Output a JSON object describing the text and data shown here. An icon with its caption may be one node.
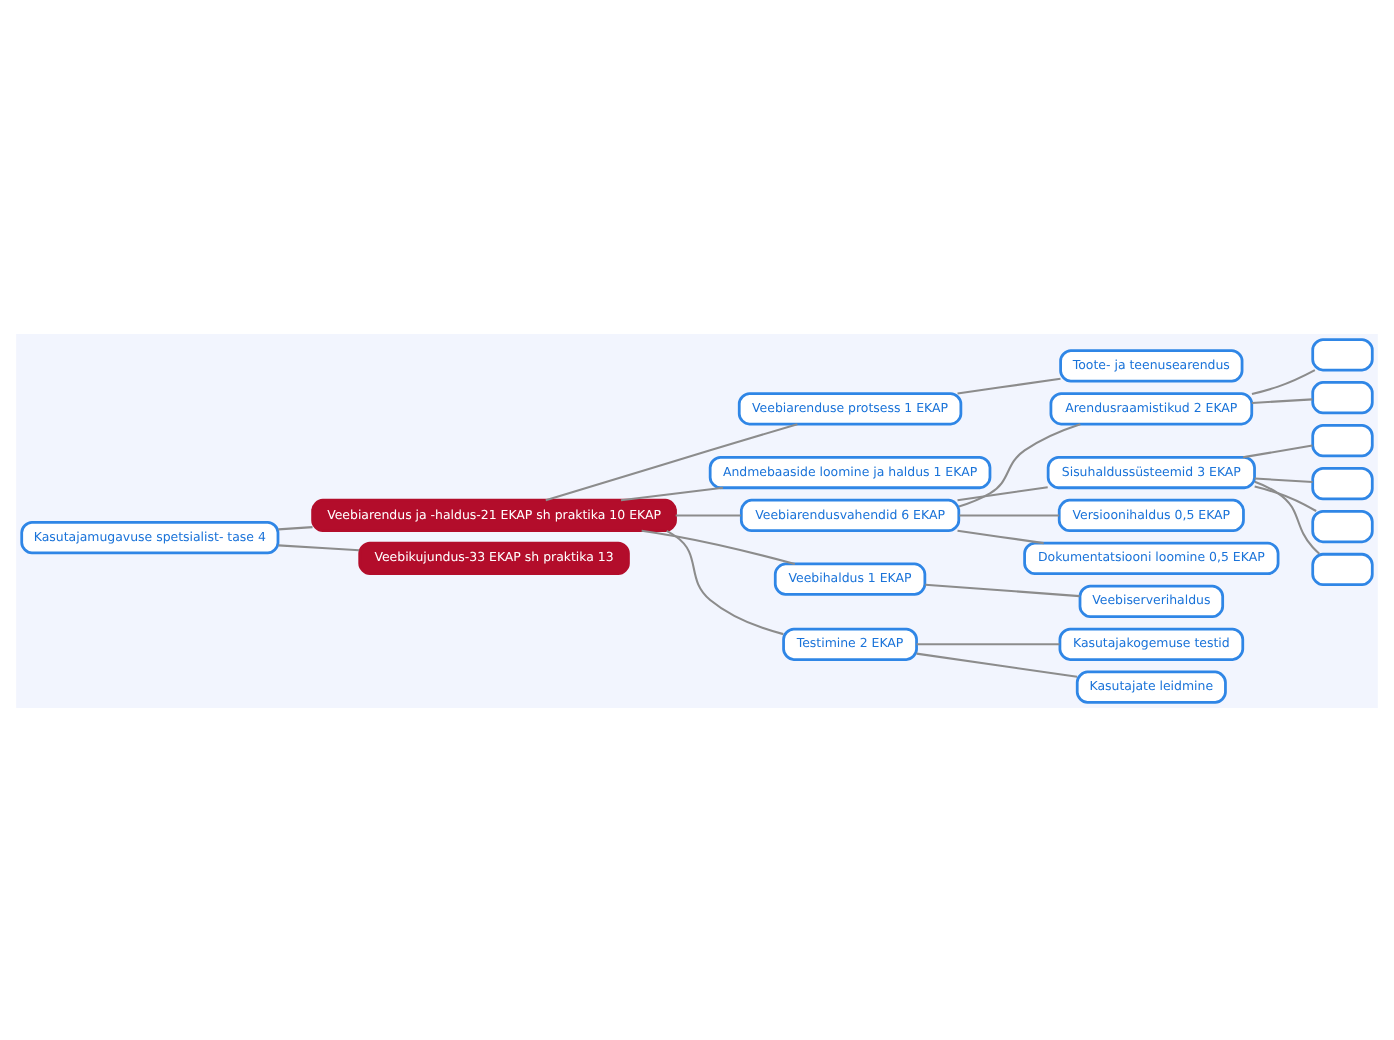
{
  "diagram": {
    "nodes": [
      {
        "text": [
          "Kasutajamugavuse spetsialist- tase 4"
        ]
      },
      {
        "text": [
          "Veebiarendus ja -haldus-21 EKAP sh praktika 10 EKAP"
        ]
      },
      {
        "text": [
          "Veebiarenduse protsess 1 EKAP"
        ]
      },
      {
        "text": [
          "Toote- ja teenusearendus"
        ]
      },
      {
        "text": [
          "Andmebaaside loomine ja haldus 1 EKAP"
        ]
      },
      {
        "text": [
          "Veebiarendusvahendid 6 EKAP"
        ]
      },
      {
        "text": [
          "Arendusraamistikud 2 EKAP"
        ]
      },
      {
        "text": [],
        "shape": "box"
      },
      {
        "text": [],
        "shape": "box"
      },
      {
        "text": [
          "Sisuhaldussüsteemid 3 EKAP"
        ]
      },
      {
        "text": [],
        "shape": "box"
      },
      {
        "text": [],
        "shape": "box"
      },
      {
        "text": [],
        "shape": "box"
      },
      {
        "text": [],
        "shape": "box"
      },
      {
        "text": [
          "Versioonihaldus 0,5 EKAP"
        ]
      },
      {
        "text": [
          "Dokumentatsiooni loomine 0,5 EKAP"
        ]
      },
      {
        "text": [
          "Veebihaldus 1 EKAP"
        ]
      },
      {
        "text": [
          "Veebiserverihaldus"
        ]
      },
      {
        "text": [
          "Testimine 2 EKAP"
        ]
      },
      {
        "text": [
          "Kasutajakogemuse testid"
        ]
      },
      {
        "text": [
          "Kasutajate leidmine"
        ]
      },
      {
        "text": [
          "Veebikujundus-33 EKAP sh praktika 13"
        ]
      }
    ],
    "edges": [
      {
        "from": 0,
        "to": 1,
        "arrow": "none"
      },
      {
        "from": 1,
        "to": 2,
        "arrow": "none"
      },
      {
        "from": 2,
        "to": 3,
        "arrow": "none"
      },
      {
        "from": 1,
        "to": 4,
        "arrow": "none"
      },
      {
        "from": 1,
        "to": 5,
        "arrow": "none"
      },
      {
        "from": 5,
        "to": 6,
        "arrow": "none"
      },
      {
        "from": 6,
        "to": 7,
        "arrow": "none"
      },
      {
        "from": 6,
        "to": 8,
        "arrow": "none"
      },
      {
        "from": 5,
        "to": 9,
        "arrow": "none"
      },
      {
        "from": 9,
        "to": 10,
        "arrow": "none"
      },
      {
        "from": 9,
        "to": 11,
        "arrow": "none"
      },
      {
        "from": 9,
        "to": 12,
        "arrow": "none"
      },
      {
        "from": 9,
        "to": 13,
        "arrow": "none"
      },
      {
        "from": 5,
        "to": 14,
        "arrow": "none"
      },
      {
        "from": 5,
        "to": 15,
        "arrow": "none"
      },
      {
        "from": 1,
        "to": 16,
        "arrow": "none"
      },
      {
        "from": 16,
        "to": 17,
        "arrow": "none"
      },
      {
        "from": 1,
        "to": 18,
        "arrow": "none"
      },
      {
        "from": 18,
        "to": 19,
        "arrow": "none"
      },
      {
        "from": 18,
        "to": 20,
        "arrow": "none"
      },
      {
        "from": 0,
        "to": 21,
        "arrow": "none"
      }
    ]
  }
}
